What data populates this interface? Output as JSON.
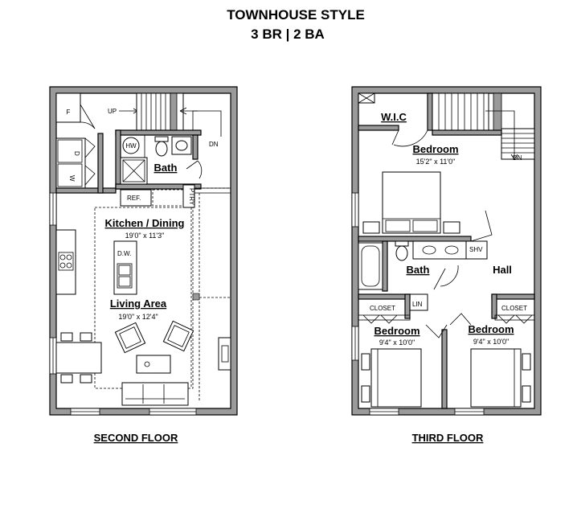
{
  "header": {
    "title": "TOWNHOUSE STYLE",
    "subtitle": "3 BR | 2 BA"
  },
  "second_floor": {
    "caption": "SECOND FLOOR",
    "rooms": {
      "bath": "Bath",
      "kitchen": "Kitchen / Dining",
      "kitchen_dim": "19'0\" x 11'3\"",
      "living": "Living Area",
      "living_dim": "19'0\" x 12'4\""
    },
    "labels": {
      "f": "F",
      "up": "UP",
      "dn": "DN",
      "hw": "HW",
      "ref": "REF.",
      "ptry": "PTRY",
      "dw": "D.W.",
      "w": "W",
      "d": "D"
    }
  },
  "third_floor": {
    "caption": "THIRD FLOOR",
    "rooms": {
      "wic": "W.I.C",
      "bedroom_main": "Bedroom",
      "bedroom_main_dim": "15'2\" x 11'0\"",
      "bath": "Bath",
      "hall": "Hall",
      "bedroom_left": "Bedroom",
      "bedroom_left_dim": "9'4\" x 10'0\"",
      "bedroom_right": "Bedroom",
      "bedroom_right_dim": "9'4\" x 10'0\""
    },
    "labels": {
      "dn": "DN",
      "shv": "SHV",
      "lin": "LIN",
      "closet_left": "CLOSET",
      "closet_right": "CLOSET"
    }
  }
}
